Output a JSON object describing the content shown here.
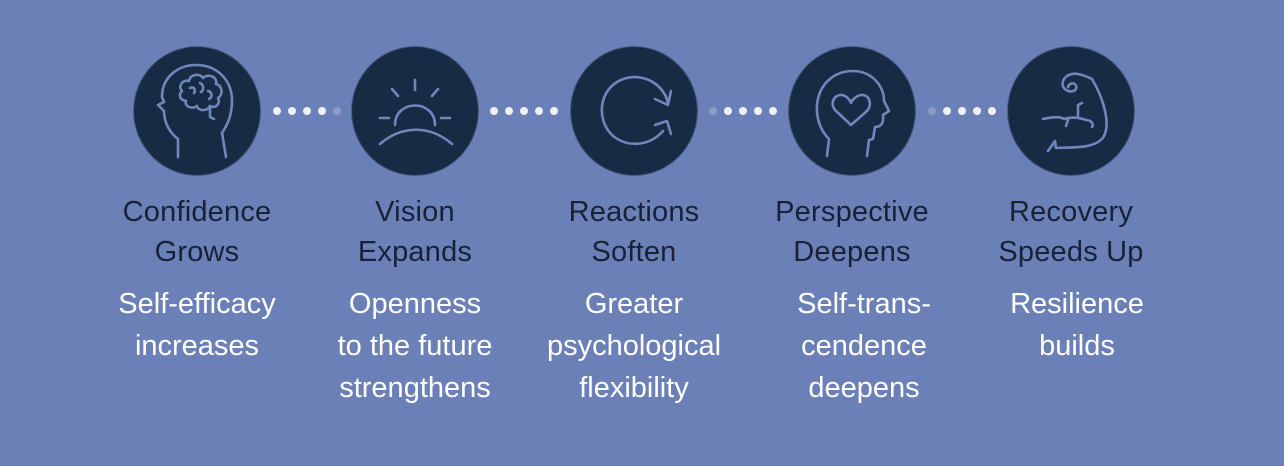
{
  "colors": {
    "background": "#6b80b6",
    "circle": "#182b45",
    "icon_stroke": "#6f87bd",
    "title_text": "#172238",
    "description_text": "#ffffff",
    "connector_dots": "#eef1f8"
  },
  "steps": [
    {
      "icon": "head-brain-icon",
      "title_lines": [
        "Confidence",
        "Grows"
      ],
      "description_lines": [
        "Self-efficacy",
        "increases"
      ]
    },
    {
      "icon": "sunrise-icon",
      "title_lines": [
        "Vision",
        "Expands"
      ],
      "description_lines": [
        "Openness",
        "to the future",
        "strengthens"
      ]
    },
    {
      "icon": "refresh-cycle-icon",
      "title_lines": [
        "Reactions",
        "Soften"
      ],
      "description_lines": [
        "Greater",
        "psychological",
        "flexibility"
      ]
    },
    {
      "icon": "head-heart-icon",
      "title_lines": [
        "Perspective",
        "Deepens"
      ],
      "description_lines": [
        "Self-trans-",
        "cendence",
        "deepens"
      ]
    },
    {
      "icon": "flexed-bicep-icon",
      "title_lines": [
        "Recovery",
        "Speeds Up"
      ],
      "description_lines": [
        "Resilience",
        "builds"
      ]
    }
  ],
  "connectors": [
    {
      "between": [
        "Confidence Grows",
        "Vision Expands"
      ]
    },
    {
      "between": [
        "Vision Expands",
        "Reactions Soften"
      ]
    },
    {
      "between": [
        "Reactions Soften",
        "Perspective Deepens"
      ]
    },
    {
      "between": [
        "Perspective Deepens",
        "Recovery Speeds Up"
      ]
    }
  ]
}
